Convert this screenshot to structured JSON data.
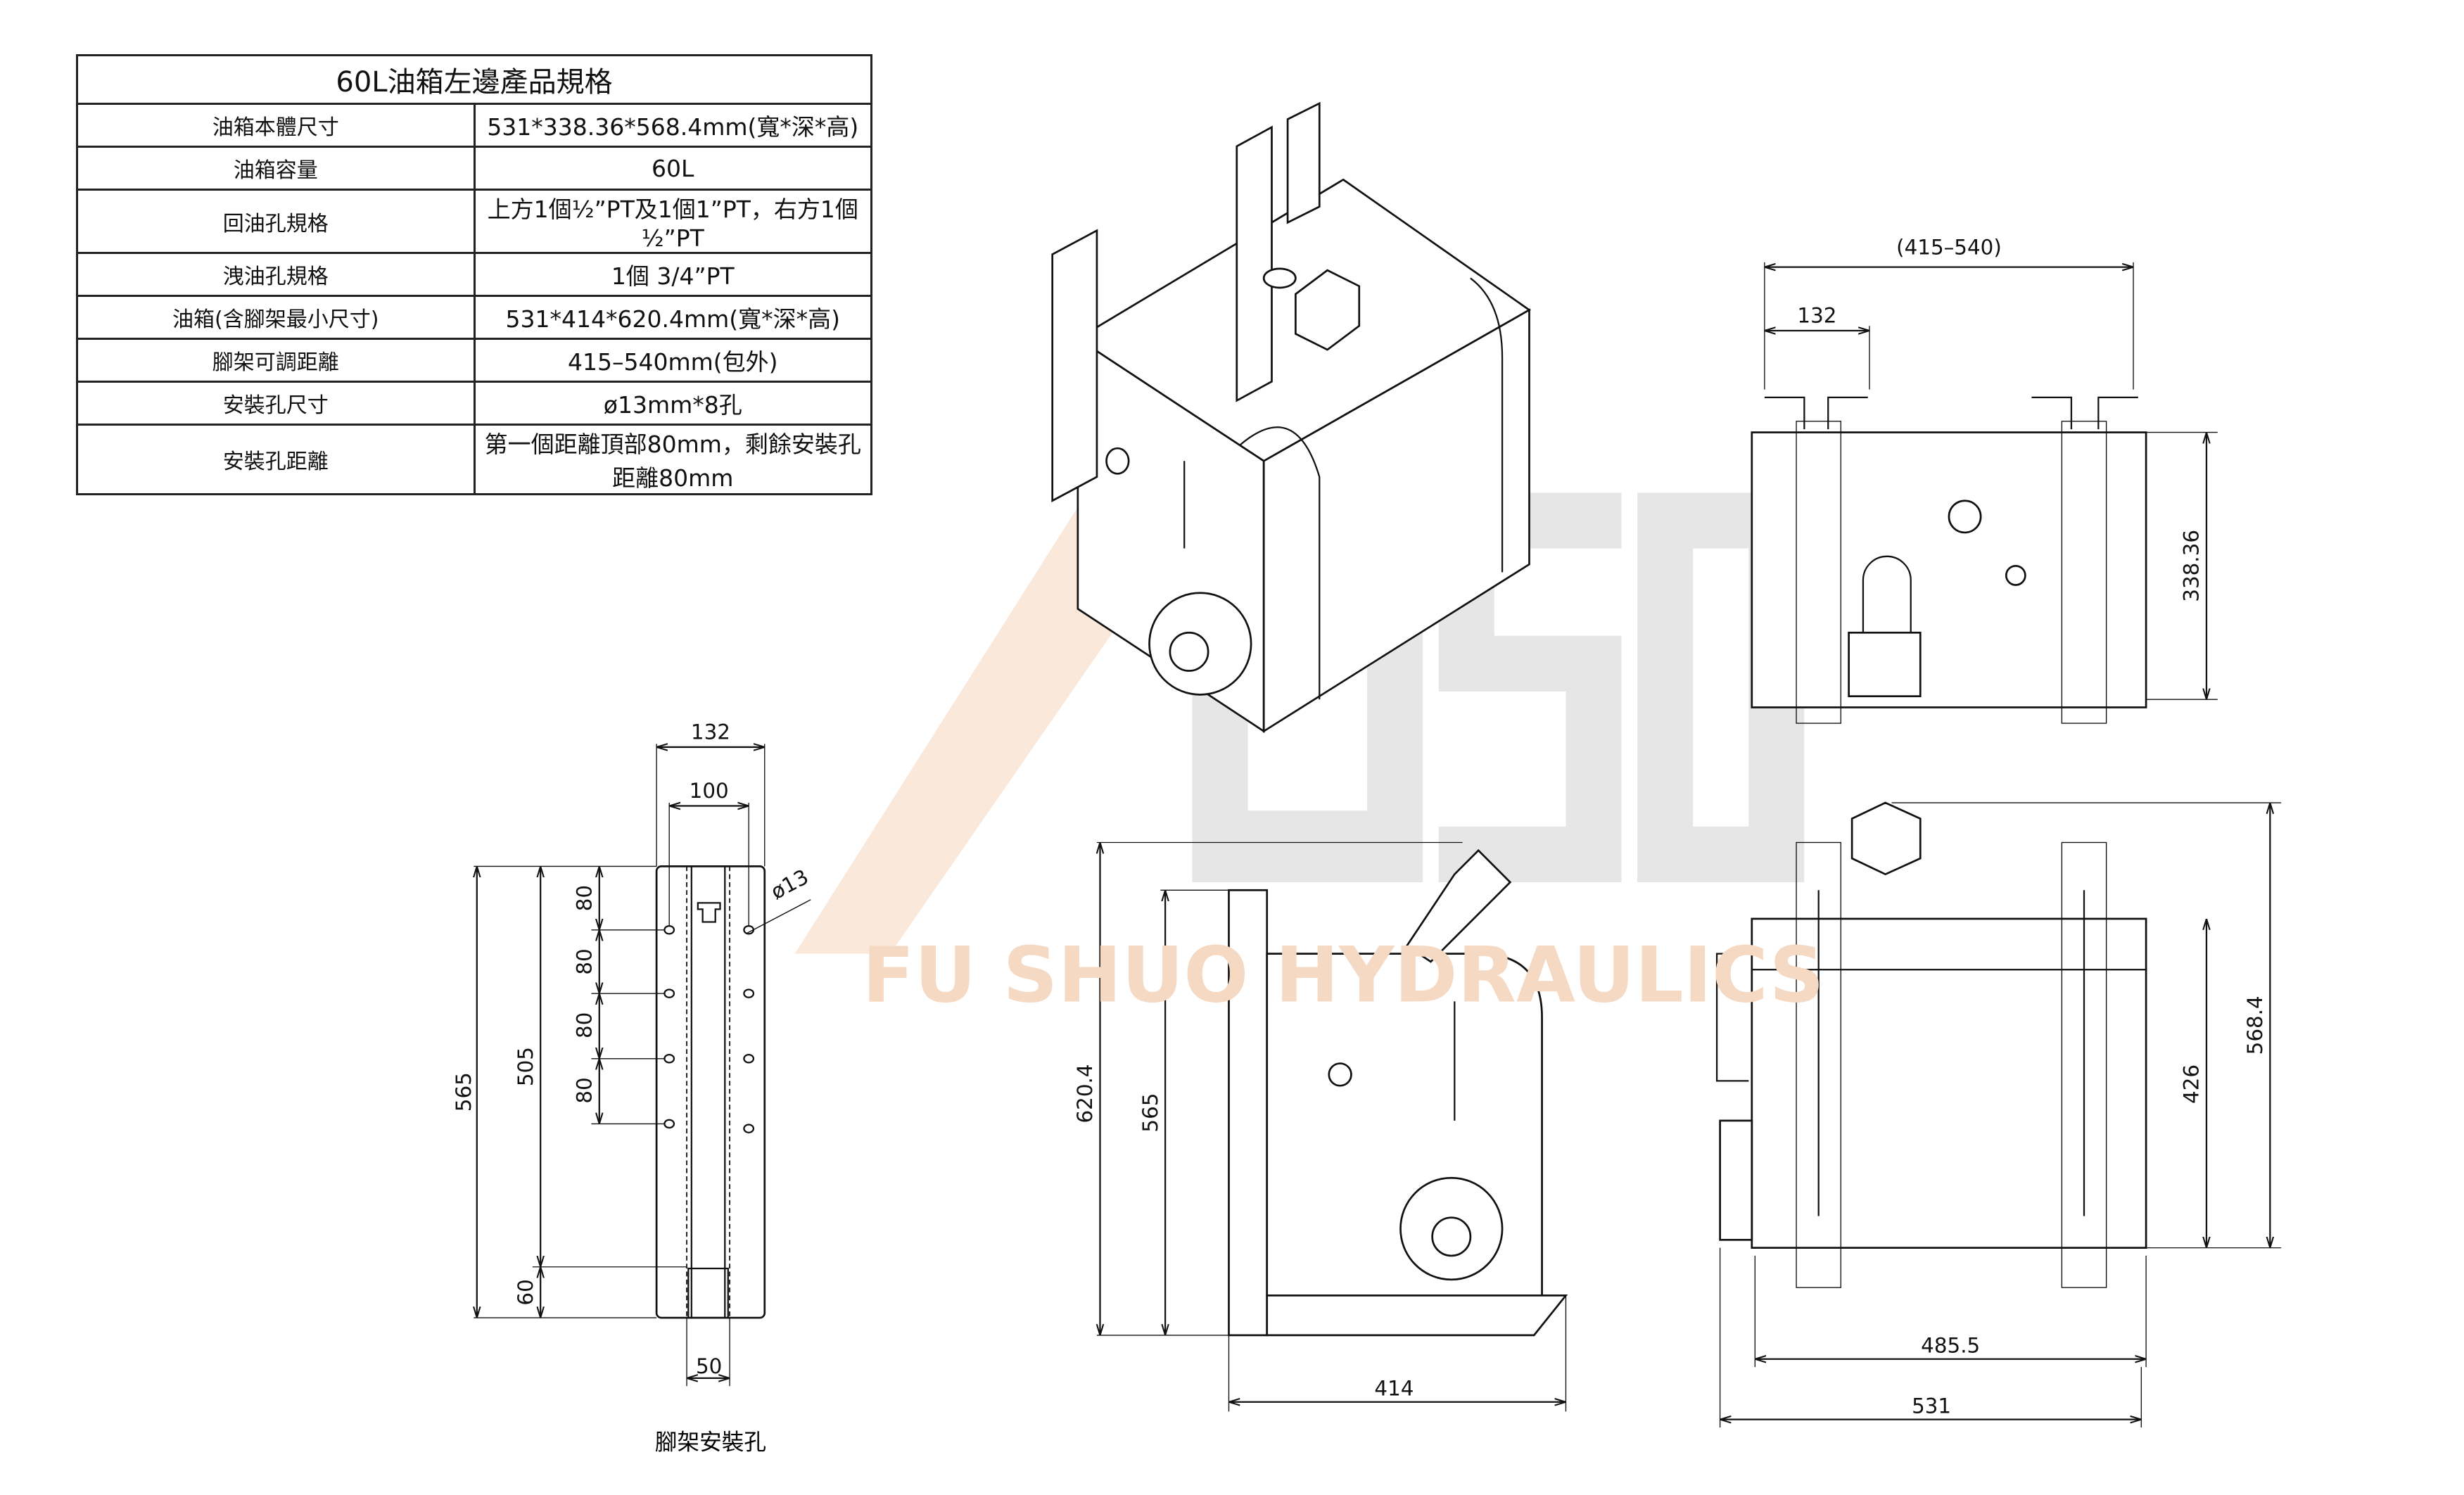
{
  "spec_table": {
    "title": "60L油箱左邊產品規格",
    "rows": [
      {
        "label": "油箱本體尺寸",
        "value": "531*338.36*568.4mm(寬*深*高)"
      },
      {
        "label": "油箱容量",
        "value": "60L"
      },
      {
        "label": "回油孔規格",
        "value": "上方1個½”PT及1個1”PT，右方1個½”PT"
      },
      {
        "label": "洩油孔規格",
        "value": "1個  3/4”PT"
      },
      {
        "label": "油箱(含腳架最小尺寸)",
        "value": "531*414*620.4mm(寬*深*高)"
      },
      {
        "label": "腳架可調距離",
        "value": "415–540mm(包外)"
      },
      {
        "label": "安裝孔尺寸",
        "value": "ø13mm*8孔"
      },
      {
        "label": "安裝孔距離",
        "value": "第一個距離頂部80mm，剩餘安裝孔距離80mm"
      }
    ]
  },
  "watermark": {
    "text": "FU SHUO HYDRAULICS",
    "logo_text": "USD",
    "color": "#f6d9c3",
    "logo_color": "#e6e6e6"
  },
  "bracket_view": {
    "caption": "腳架安裝孔",
    "dims": {
      "width_outer": "132",
      "hole_spacing": "100",
      "hole_dia": "ø13",
      "pitch1": "80",
      "pitch2": "80",
      "pitch3": "80",
      "pitch4": "80",
      "total_height": "565",
      "upper_height": "505",
      "bottom": "60",
      "channel": "50"
    }
  },
  "side_view": {
    "dims": {
      "total_height": "620.4",
      "body_height": "565",
      "depth": "414"
    }
  },
  "top_view": {
    "dims": {
      "adjust_range": "(415–540)",
      "bracket_width": "132",
      "depth": "338.36"
    }
  },
  "front_view": {
    "dims": {
      "total_height": "568.4",
      "body_height": "426",
      "inner_width": "485.5",
      "width": "531"
    }
  }
}
